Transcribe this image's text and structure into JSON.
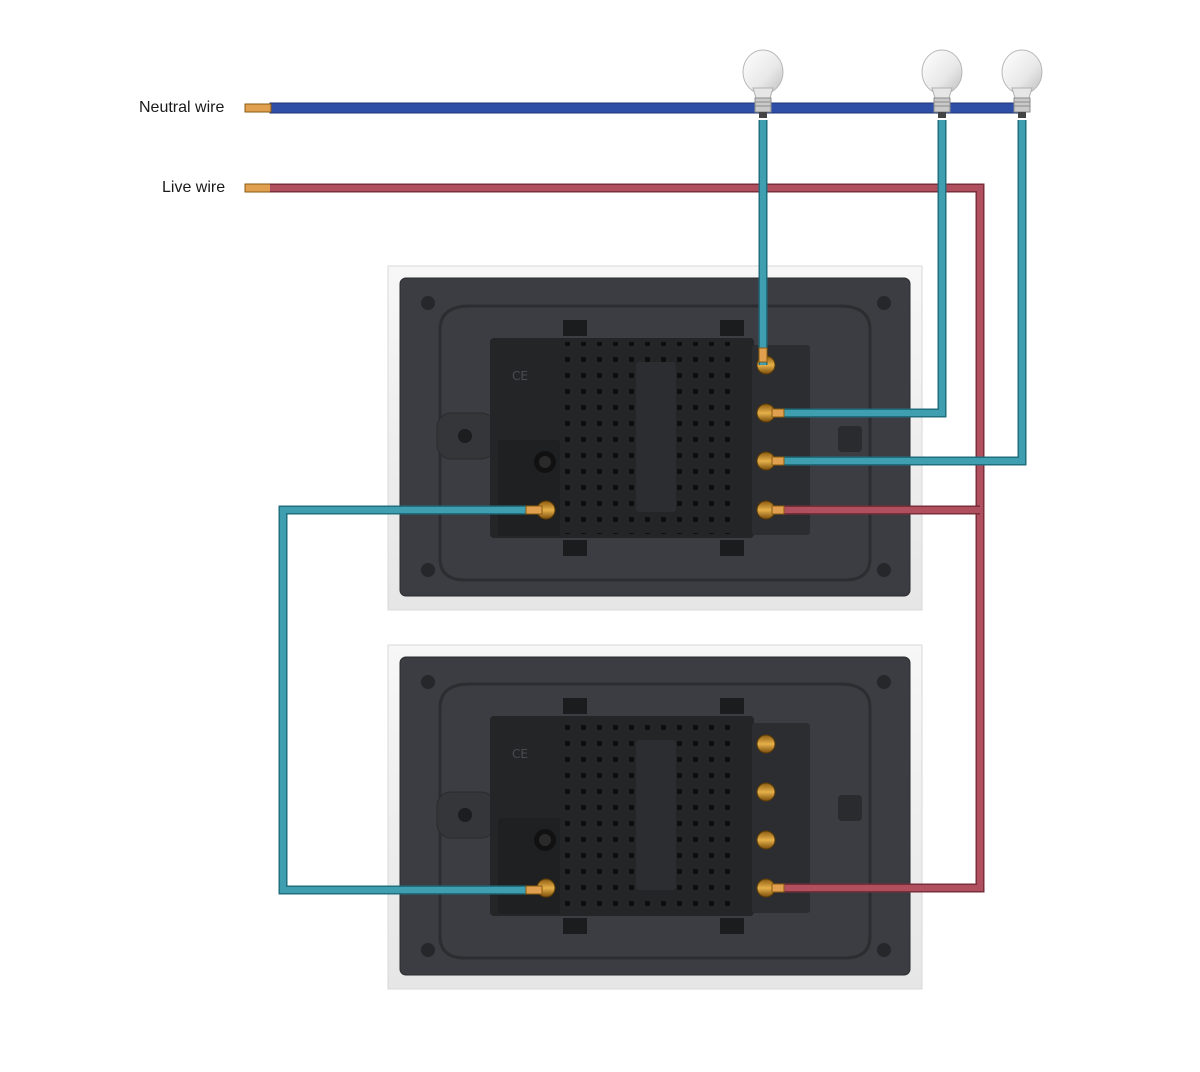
{
  "labels": {
    "neutral": "Neutral wire",
    "live": "Live wire"
  },
  "colors": {
    "neutral_wire": "#2f4fa6",
    "live_wire": "#b0505e",
    "switched_wire": "#3f9fb0",
    "panel_frame": "#f0f0f0",
    "panel_back": "#3b3d42",
    "module": "#242527",
    "terminal": "#c8962a",
    "copper": "#e0a050"
  },
  "components": {
    "bulbs": 3,
    "switch_panels": 2
  }
}
